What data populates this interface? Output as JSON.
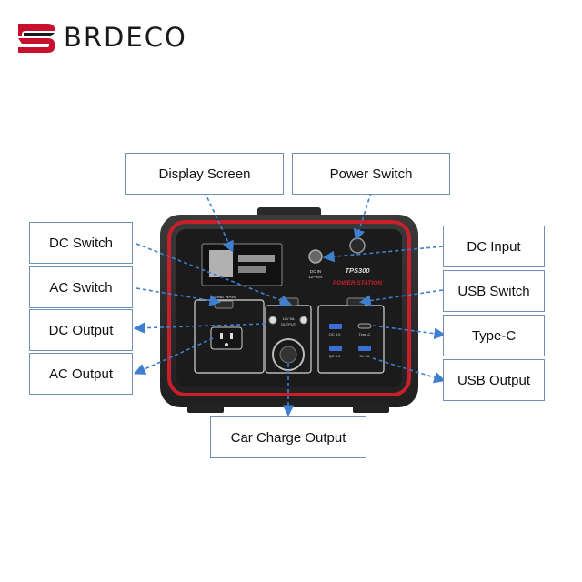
{
  "brand": {
    "name": "BRDECO",
    "color_red": "#c8102e"
  },
  "product": {
    "model": "TPS300",
    "subtitle": "POWER STATION",
    "dc_in_line1": "DC IN",
    "dc_in_line2": "12~28V",
    "sine_wave": "SINE WAVE",
    "dc_rating_line1": "12V 5A",
    "dc_rating_line2": "OUTPUT",
    "qc_top": "QC 3.0",
    "qc_bottom": "QC 3.0",
    "typec": "Type-C",
    "usb_bottom_right": "5V 2A"
  },
  "labels": {
    "display_screen": "Display Screen",
    "power_switch": "Power Switch",
    "dc_switch": "DC Switch",
    "ac_switch": "AC Switch",
    "dc_output": "DC Output",
    "ac_output": "AC Output",
    "dc_input": "DC Input",
    "usb_switch": "USB Switch",
    "type_c": "Type-C",
    "usb_output": "USB Output",
    "car_charge_output": "Car Charge Output"
  },
  "colors": {
    "arrow": "#3f7fd0",
    "box_border": "#6f8fb8",
    "body_red": "#c8202a",
    "body_dark": "#2b2b2b"
  },
  "icons": [
    "brand-logo-icon",
    "arrow-icon"
  ]
}
